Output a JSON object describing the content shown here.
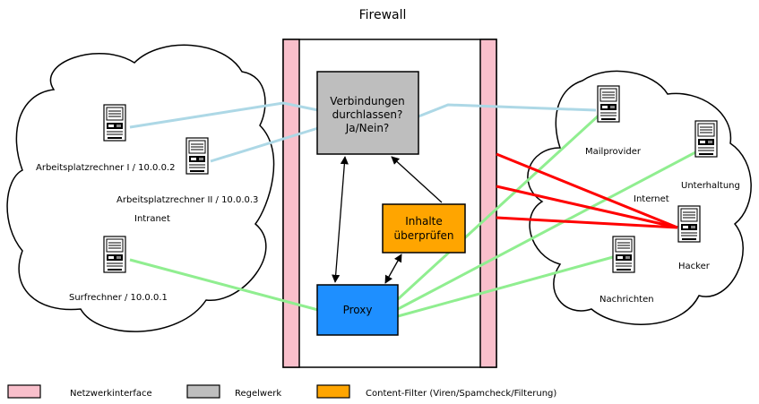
{
  "title": "Firewall",
  "boxes": {
    "rules_line1": "Verbindungen",
    "rules_line2": "durchlassen?",
    "rules_line3": "Ja/Nein?",
    "filter_line1": "Inhalte",
    "filter_line2": "überprüfen",
    "proxy": "Proxy"
  },
  "intranet": {
    "label": "Intranet",
    "hosts": [
      {
        "name": "Arbeitsplatzrechner I / 10.0.0.2"
      },
      {
        "name": "Arbeitsplatzrechner II / 10.0.0.3"
      },
      {
        "name": "Surfrechner / 10.0.0.1"
      }
    ]
  },
  "internet": {
    "label": "Internet",
    "hosts": [
      {
        "name": "Mailprovider"
      },
      {
        "name": "Unterhaltung"
      },
      {
        "name": "Hacker"
      },
      {
        "name": "Nachrichten"
      }
    ]
  },
  "legend": [
    {
      "label": "Netzwerkinterface",
      "color": "#f9bfcb"
    },
    {
      "label": "Regelwerk",
      "color": "#bebebe"
    },
    {
      "label": "Content-Filter (Viren/Spamcheck/Filterung)",
      "color": "#ffa500"
    }
  ],
  "colors": {
    "interface": "#f9bfcb",
    "rules": "#bebebe",
    "filter": "#ffa500",
    "proxy": "#1e8fff",
    "link_blue": "#add8e6",
    "link_green": "#90ee90",
    "link_red": "#ff0000"
  }
}
